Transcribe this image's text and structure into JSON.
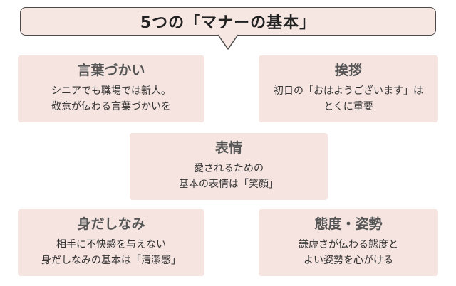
{
  "title": "5つの「マナーの基本」",
  "cards": [
    {
      "title": "言葉づかい",
      "lines": [
        "シニアでも職場では新人。",
        "敬意が伝わる言葉づかいを"
      ]
    },
    {
      "title": "挨拶",
      "lines": [
        "初日の「おはようございます」は",
        "とくに重要"
      ]
    },
    {
      "title": "表情",
      "lines": [
        "愛されるための",
        "基本の表情は「笑顔」"
      ]
    },
    {
      "title": "身だしなみ",
      "lines": [
        "相手に不快感を与えない",
        "身だしなみの基本は「清潔感」"
      ]
    },
    {
      "title": "態度・姿勢",
      "lines": [
        "謙虚さが伝わる態度と",
        "よい姿勢を心がける"
      ]
    }
  ],
  "colors": {
    "bubble_fill": "#f7e7e3",
    "bubble_border": "#4a4a4a",
    "card_fill": "#f5e4e0",
    "card_title": "#555555",
    "text": "#333333"
  }
}
